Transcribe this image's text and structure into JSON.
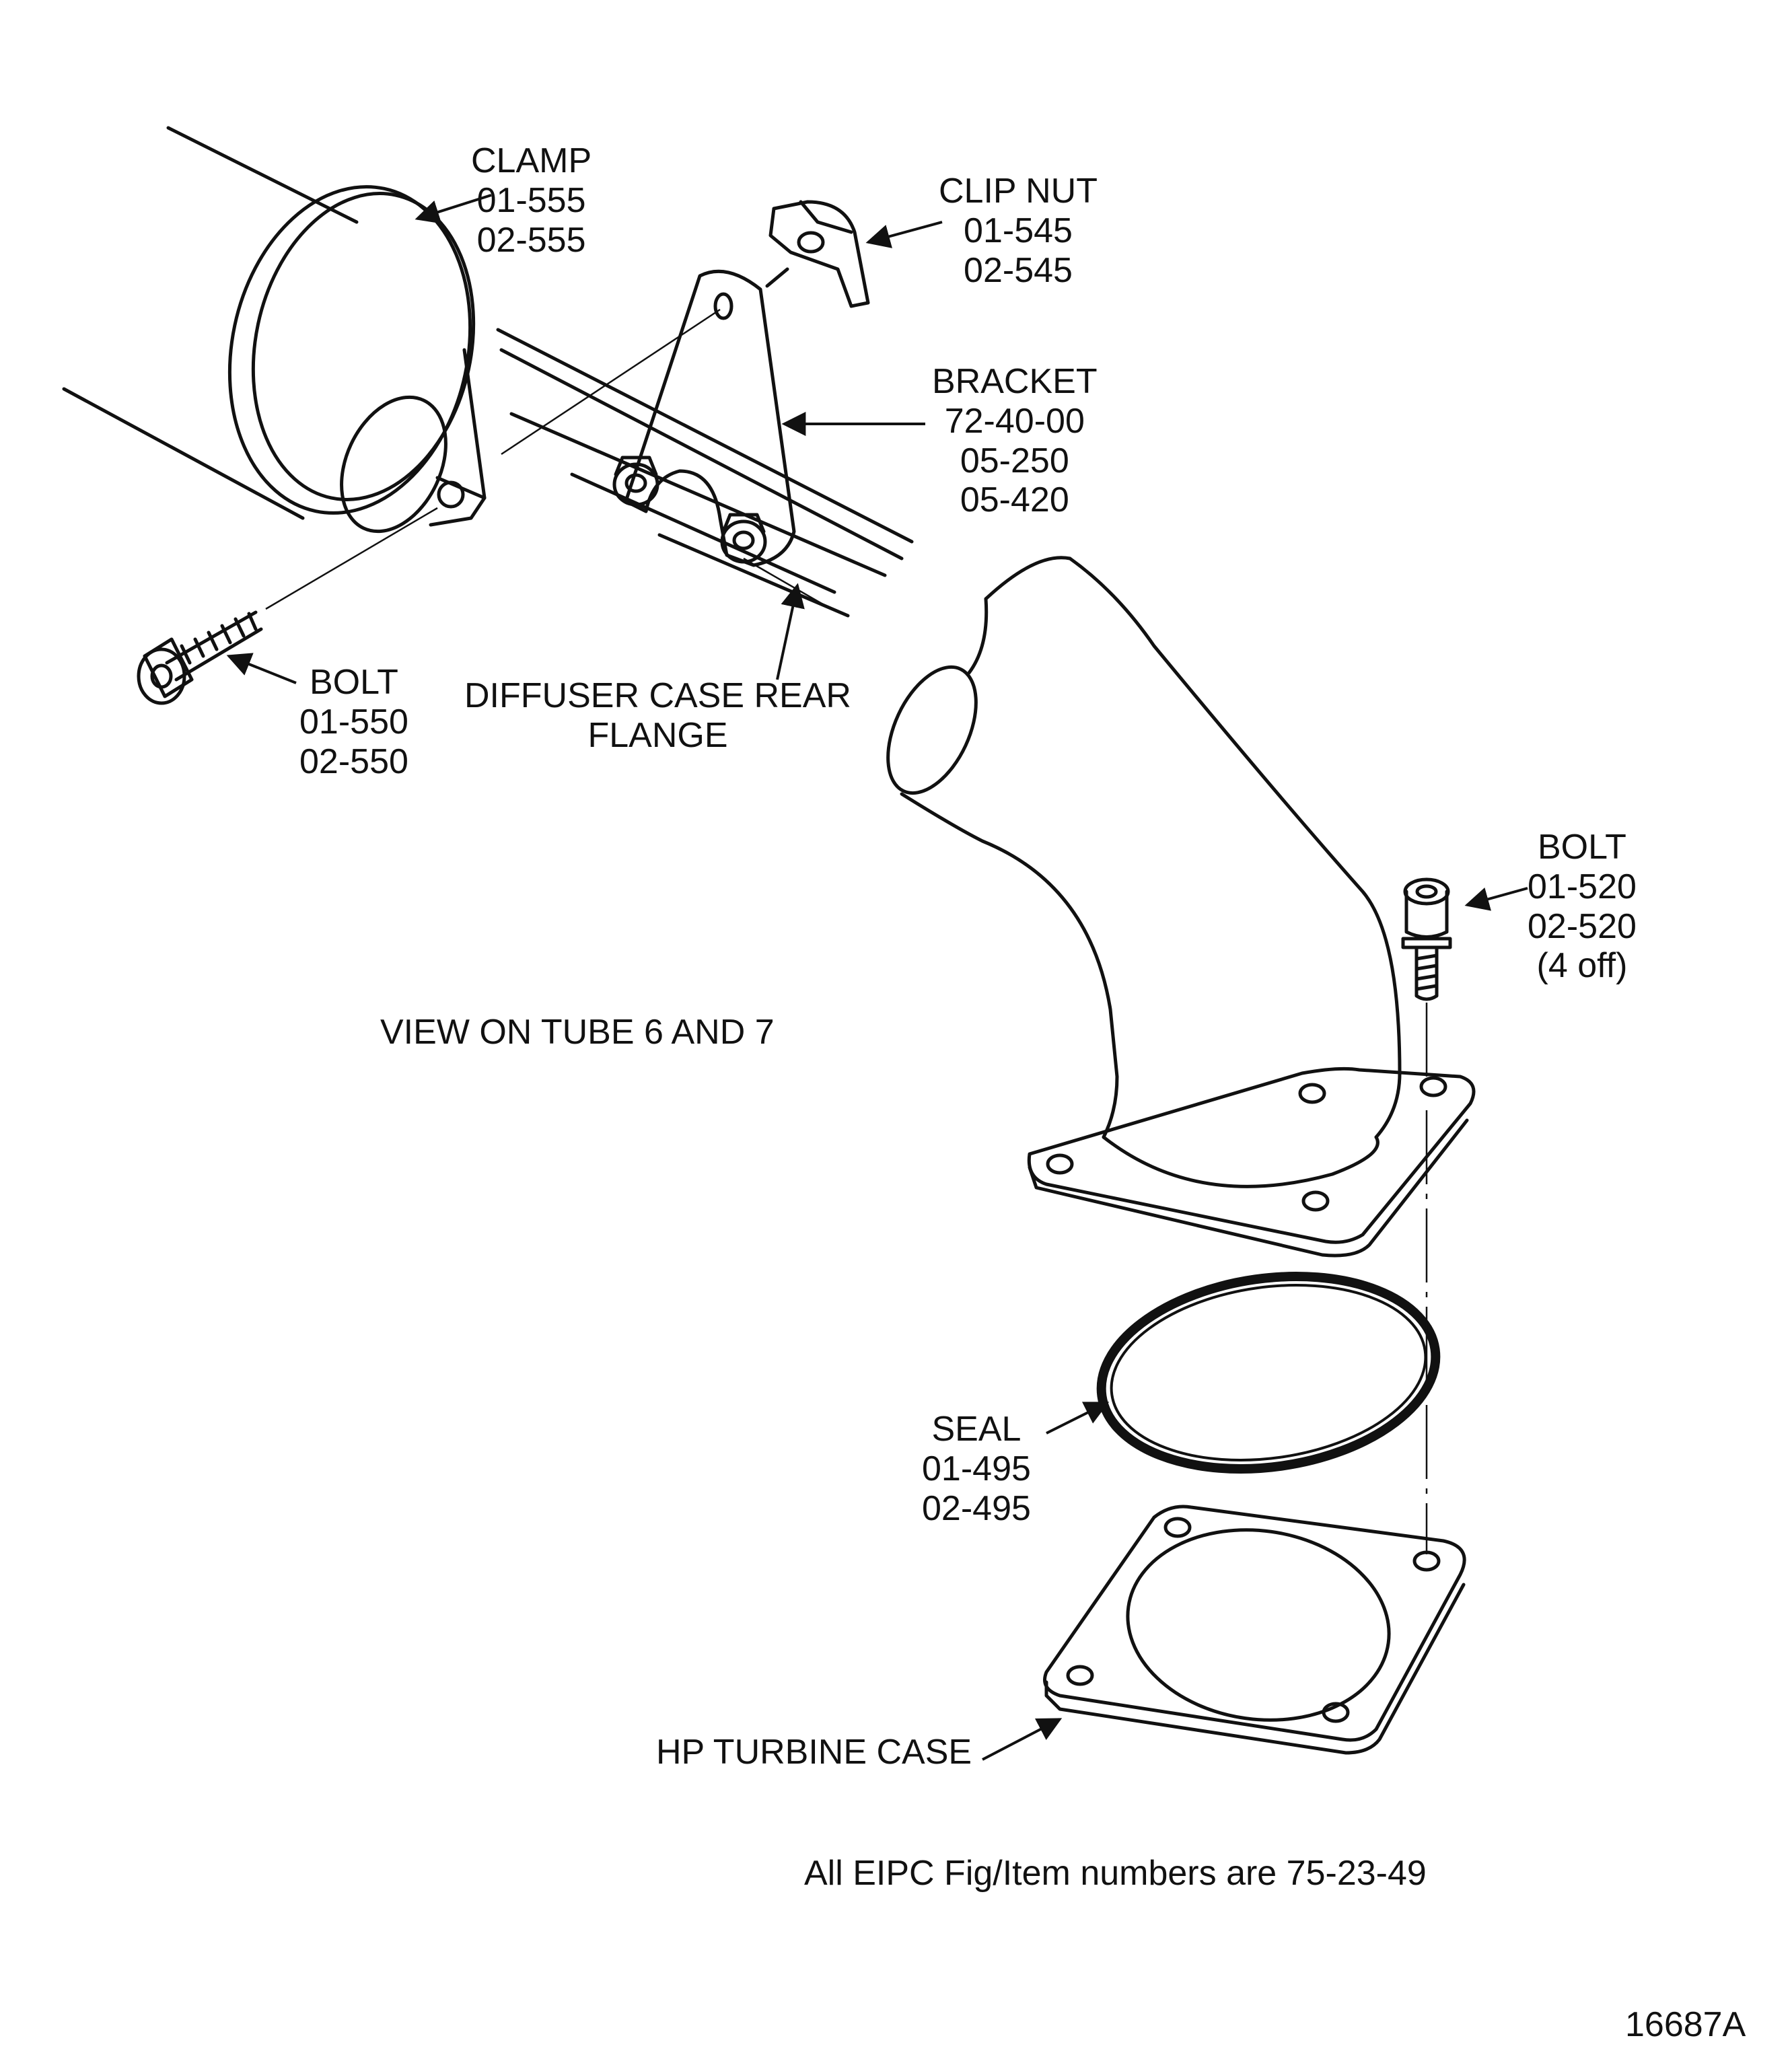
{
  "labels": {
    "clamp": {
      "name": "CLAMP",
      "items": [
        "01-555",
        "02-555"
      ]
    },
    "clip_nut": {
      "name": "CLIP NUT",
      "items": [
        "01-545",
        "02-545"
      ]
    },
    "bracket": {
      "name": "BRACKET",
      "items": [
        "72-40-00",
        "05-250",
        "05-420"
      ]
    },
    "bolt_left": {
      "name": "BOLT",
      "items": [
        "01-550",
        "02-550"
      ]
    },
    "diffuser": {
      "lines": [
        "DIFFUSER CASE REAR",
        "FLANGE"
      ]
    },
    "bolt_right": {
      "name": "BOLT",
      "items": [
        "01-520",
        "02-520",
        "(4 off)"
      ]
    },
    "seal": {
      "name": "SEAL",
      "items": [
        "01-495",
        "02-495"
      ]
    },
    "hp_turbine_case": "HP TURBINE CASE"
  },
  "view_caption": "VIEW ON TUBE 6 AND 7",
  "footnote": "All EIPC Fig/Item numbers are 75-23-49",
  "figure_number": "16687A",
  "colors": {
    "ink": "#111111",
    "paper": "#ffffff"
  },
  "icons": [
    "clamp-drawing",
    "clip-nut-drawing",
    "bracket-drawing",
    "bolt-drawing",
    "elbow-tube-drawing",
    "seal-ring-drawing",
    "turbine-case-flange-drawing",
    "leader-arrow"
  ]
}
